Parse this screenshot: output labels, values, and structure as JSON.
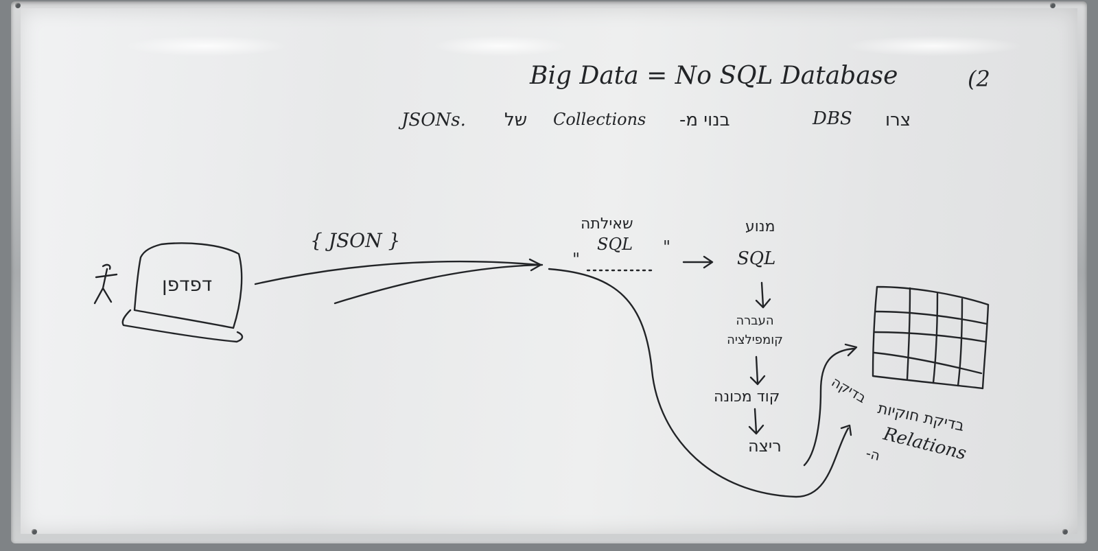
{
  "board": {
    "heading_en": "Big Data  =  No SQL Database",
    "heading_number": "(2",
    "subline_he_1": "צרו",
    "subline_dbs": "DBS",
    "subline_he_2": "בנוי מ-",
    "subline_collections": "Collections",
    "subline_he_3": "של",
    "subline_jsons": "JSONs.",
    "user_label_he": "דפדפן",
    "json_label": "{ JSON }",
    "query_label_he": "שאילתה",
    "query_label_sql": "SQL",
    "quote_open": "\"",
    "quote_close": "\"",
    "engine_label_he": "מנוע",
    "engine_label_sql": "SQL",
    "compile_label_he": "העברה קומפילציה",
    "runtime_label_he": "קוד מכונה",
    "run_label_he": "ריצה",
    "check_label_he": "בדיקה",
    "check_relations_he": "בדיקת חוקיות",
    "relations_label": "Relations",
    "relations_suffix_he": "ה-"
  },
  "colors": {
    "ink": "#222427",
    "board": "#eceded",
    "frame": "#b8bbbd"
  }
}
